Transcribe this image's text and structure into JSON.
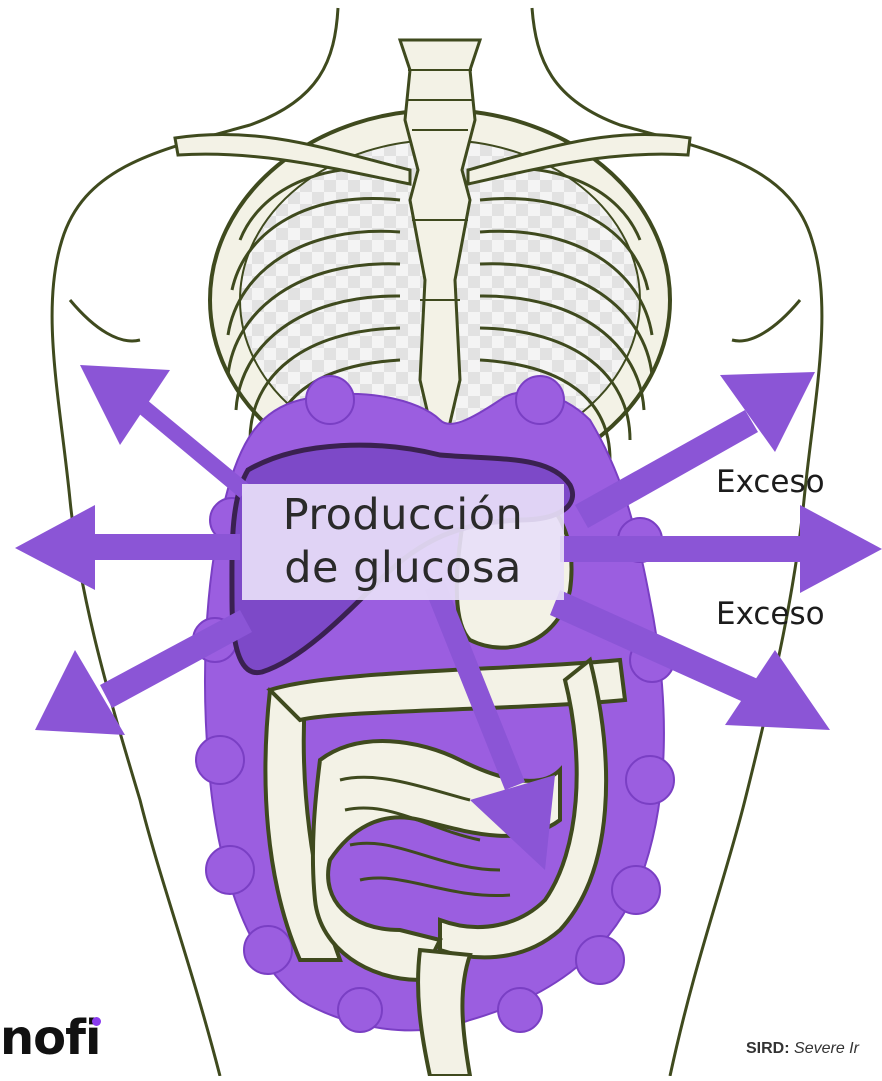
{
  "diagram": {
    "center_label": {
      "line1": "Producción",
      "line2": "de glucosa"
    },
    "side_labels": [
      "Exceso",
      "Exceso"
    ]
  },
  "brand": {
    "logo_text": "nofi"
  },
  "footnote": {
    "term": "SIRD:",
    "text": "Severe Ir"
  },
  "colors": {
    "accent": "#8b55d6",
    "organ_purple": "#9b5ee0",
    "liver_purple": "#7d49c8",
    "outline": "#3f4a1e",
    "bone_fill": "#f3f2e6",
    "logo_dot": "#8a3cf0"
  }
}
